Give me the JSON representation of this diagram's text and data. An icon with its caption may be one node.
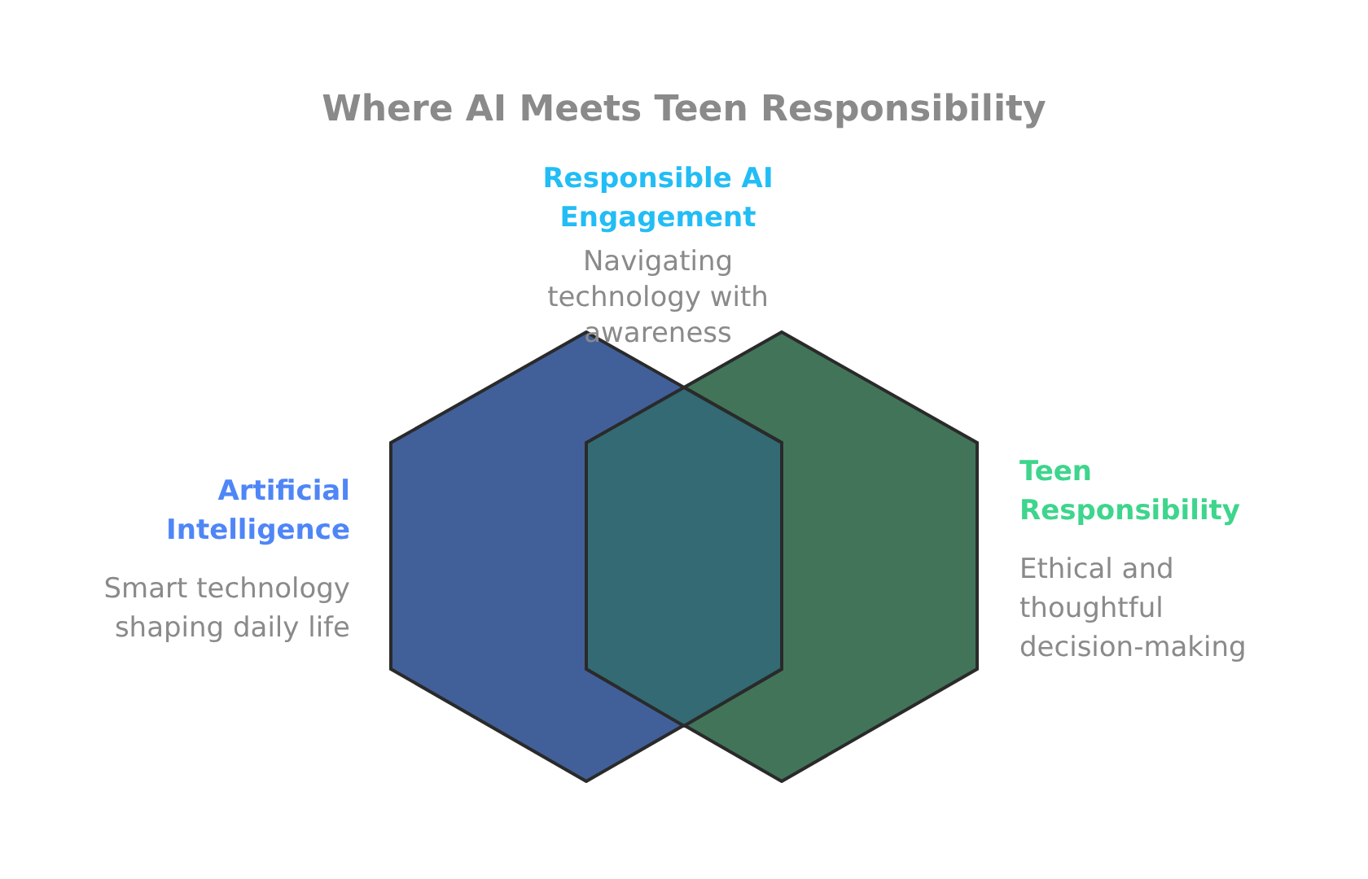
{
  "diagram": {
    "title": "Where AI Meets Teen Responsibility",
    "nodes": [
      {
        "text": [
          "Responsible AI Engagement",
          "Navigating technology with awareness"
        ]
      },
      {
        "text": [
          "Artificial Intelligence",
          "Smart technology shaping daily life"
        ]
      },
      {
        "text": [
          "Teen Responsibility",
          "Ethical and thoughtful decision-making"
        ]
      }
    ]
  }
}
